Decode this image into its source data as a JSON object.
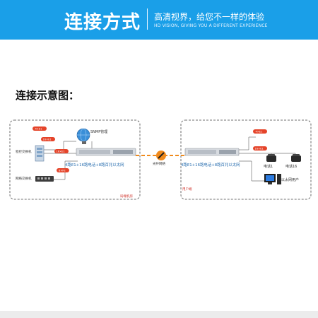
{
  "banner": {
    "title": "连接方式",
    "tagline": "高清视界，给您不一样的体验",
    "subtitle": "HD VISION, GIVING YOU A DIFFERENT EXPERIENCE"
  },
  "section": {
    "heading": "连接示意图："
  },
  "diagram": {
    "left_site": {
      "label": "局端机房",
      "device_label": "4路E1+16路电话+8路百兆以太网",
      "nodes": {
        "pbx": "程控交换机",
        "switch": "网络交换机",
        "snmp": "SNMP管理"
      },
      "badges": [
        "4×E1",
        "16×E1",
        "16×E1",
        "8×FE"
      ]
    },
    "fiber": {
      "label": "光纤网络"
    },
    "right_site": {
      "label": "用户端",
      "device_label": "4路E1+16路电话+8路百兆以太网",
      "nodes": {
        "phone1": "电话1",
        "phone16": "电话16",
        "ethernet_user": "以太网用户"
      },
      "badges": [
        "4×E1",
        "16×E1"
      ]
    },
    "colors": {
      "accent": "#1a9fe8",
      "badge": "#e5442a",
      "fiber": "#f08a1c",
      "site_label": "#d0342c",
      "device_text": "#2a6fb0"
    }
  }
}
